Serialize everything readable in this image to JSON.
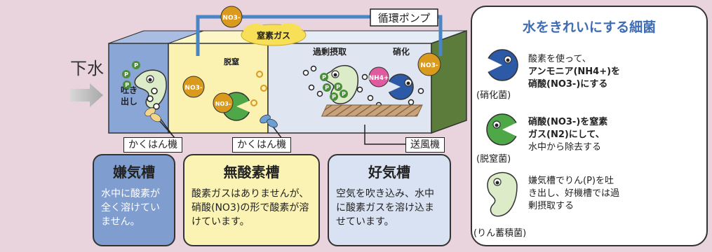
{
  "inflow_label": "下水",
  "nitrate_label": "NO3-",
  "pump_label": "循環ポンプ",
  "gas_label": "窒素ガス",
  "zone_labels": {
    "release": "吐き\n出し",
    "denitrification": "脱窒",
    "excess_uptake": "過剰摂取",
    "nitrification": "硝化"
  },
  "ammonium_label": "NH4+",
  "phosphorus_symbol": "P",
  "equipment": {
    "mixer_1": "かくはん機",
    "mixer_2": "かくはん機",
    "blower": "送風機"
  },
  "tanks": [
    {
      "title": "嫌気槽",
      "body": "水中に酸素が全く溶けていません。",
      "color": "#7f9dcf"
    },
    {
      "title": "無酸素槽",
      "body": "酸素ガスはありませんが、硝酸(NO3)の形で酸素が溶けています。",
      "color": "#fbf3b3"
    },
    {
      "title": "好気槽",
      "body": "空気を吹き込み、水中に酸素ガスを溶け込ませています。",
      "color": "#d9e2f2"
    }
  ],
  "bacteria_panel": {
    "title": "水をきれいにする細菌",
    "items": [
      {
        "name": "(硝化菌)",
        "desc_lines": [
          "酸素を使って、",
          "アンモニア(NH4+)を",
          "硝酸(NO3-)にする"
        ],
        "color": "#2d5aa6"
      },
      {
        "name": "(脱窒菌)",
        "desc_lines": [
          "硝酸(NO3-)を窒素",
          "ガス(N2)にして、",
          "水中から除去する"
        ],
        "color": "#4fa847"
      },
      {
        "name": "(りん蓄積菌)",
        "desc_lines": [
          "嫌気槽でりん(P)を吐",
          "き出し、好機槽では過",
          "剰摂取する"
        ],
        "color": "#dcecc8"
      }
    ]
  },
  "colors": {
    "anaerobic": "#8aa6d6",
    "anoxic": "#fbf1b0",
    "aerobic": "#dfe6f2",
    "pipe": "#4a86c6",
    "nitrate_ball": "#d99a1e",
    "nitrifier": "#2d5aa6",
    "denitrifier": "#4fa847",
    "pao": "#dcecc8",
    "end_wall": "#5c7c3c"
  }
}
